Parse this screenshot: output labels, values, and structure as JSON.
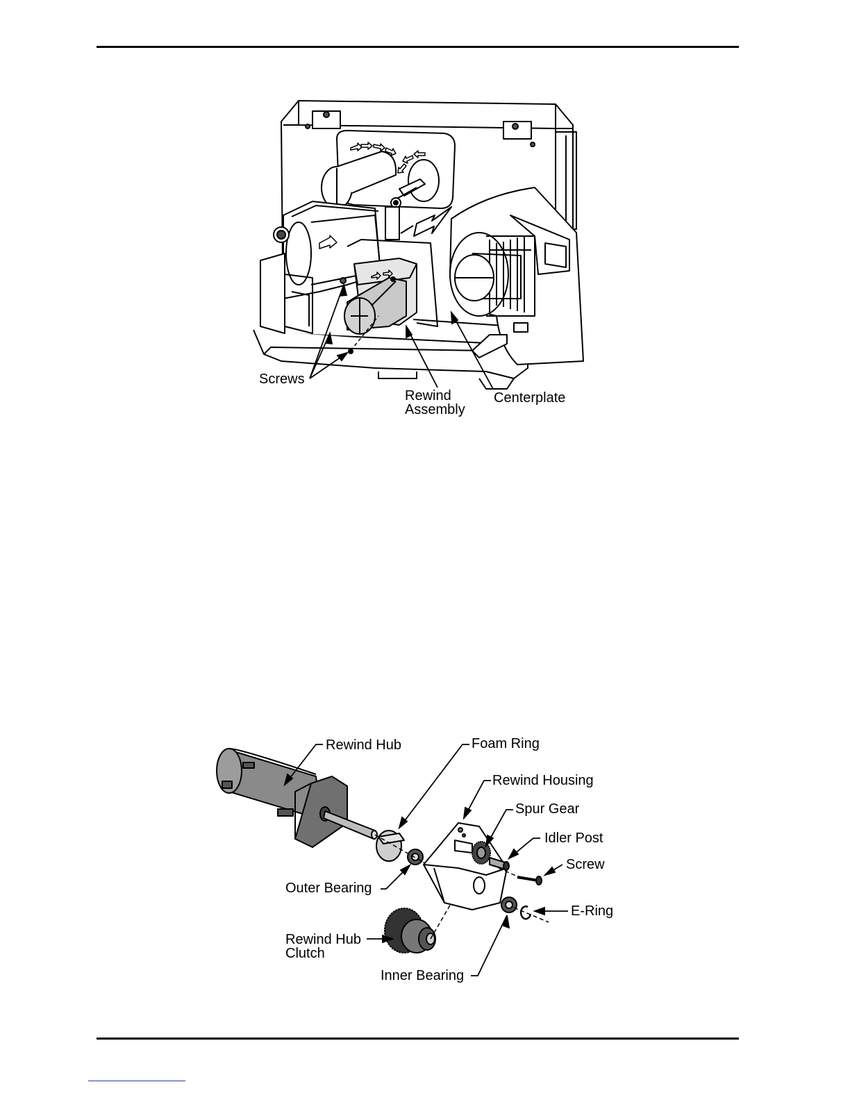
{
  "figure1": {
    "labels": {
      "screws": "Screws",
      "rewind_line1": "Rewind",
      "rewind_line2": "Assembly",
      "centerplate": "Centerplate"
    }
  },
  "figure2": {
    "labels": {
      "rewind_hub": "Rewind Hub",
      "foam_ring": "Foam Ring",
      "rewind_housing": "Rewind Housing",
      "spur_gear": "Spur Gear",
      "idler_post": "Idler Post",
      "screw": "Screw",
      "outer_bearing": "Outer Bearing",
      "e_ring": "E-Ring",
      "clutch_line1": "Rewind Hub",
      "clutch_line2": "Clutch",
      "inner_bearing": "Inner Bearing"
    }
  }
}
